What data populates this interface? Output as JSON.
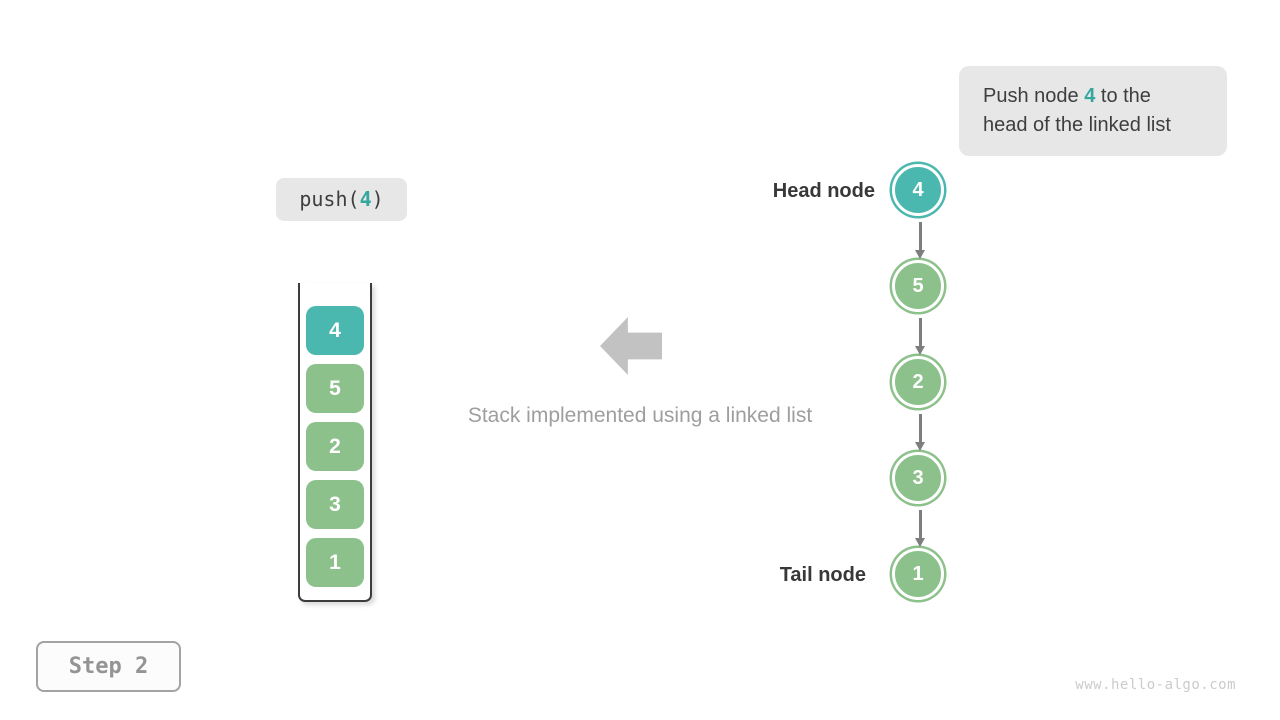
{
  "colors": {
    "teal": "#4bb8af",
    "teal-dark": "#35a79e",
    "green": "#8cc18c",
    "box-bg": "#e7e7e7",
    "dark-text": "#3e3e3e",
    "muted-text": "#9e9e9e",
    "arrow": "#7e7e7e",
    "block-arrow": "#c2c2c2",
    "step-color": "#949494",
    "watermark-color": "#cbcbcb",
    "container-border": "#3c3c3c"
  },
  "callout": {
    "line1_pre": "Push node ",
    "highlight": "4",
    "line1_post": " to the",
    "line2": "head of the linked list"
  },
  "operation": {
    "prefix": "push(",
    "arg": "4",
    "suffix": ")"
  },
  "stack": {
    "items": [
      "4",
      "5",
      "2",
      "3",
      "1"
    ]
  },
  "caption": "Stack implemented using a linked list",
  "list": {
    "head_label": "Head node",
    "tail_label": "Tail node",
    "nodes": [
      "4",
      "5",
      "2",
      "3",
      "1"
    ]
  },
  "step": {
    "label": "Step 2"
  },
  "watermark": "www.hello-algo.com"
}
